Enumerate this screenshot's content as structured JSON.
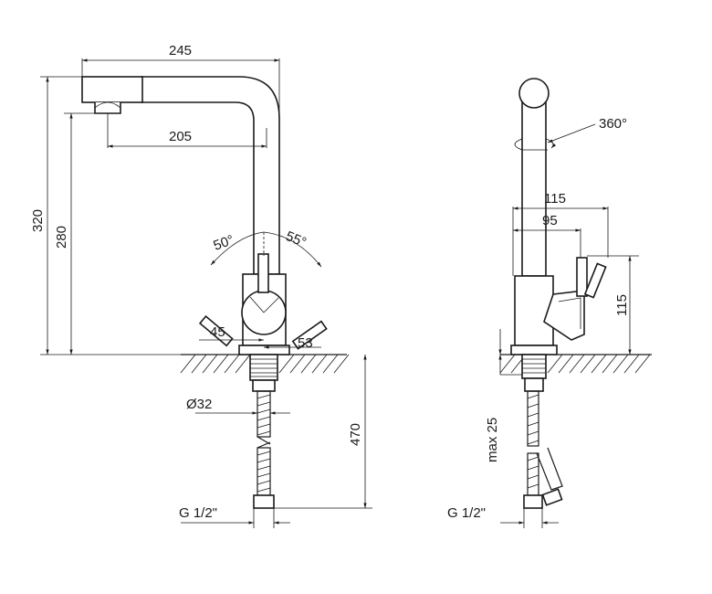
{
  "front_view": {
    "dim_width": "245",
    "dim_spout_reach": "205",
    "dim_total_height": "320",
    "dim_spout_height": "280",
    "angle_left": "50°",
    "angle_right": "55°",
    "dim_body_left": "45",
    "dim_body_right": "53",
    "dim_diameter": "Ø32",
    "dim_hose_length": "470",
    "thread": "G 1/2\""
  },
  "side_view": {
    "rotation": "360°",
    "dim_handle_depth": "115",
    "dim_body_depth": "95",
    "dim_handle_height": "115",
    "dim_max_mount": "max 25",
    "thread": "G 1/2\""
  },
  "colors": {
    "line": "#1a1a1a",
    "background": "#ffffff"
  }
}
